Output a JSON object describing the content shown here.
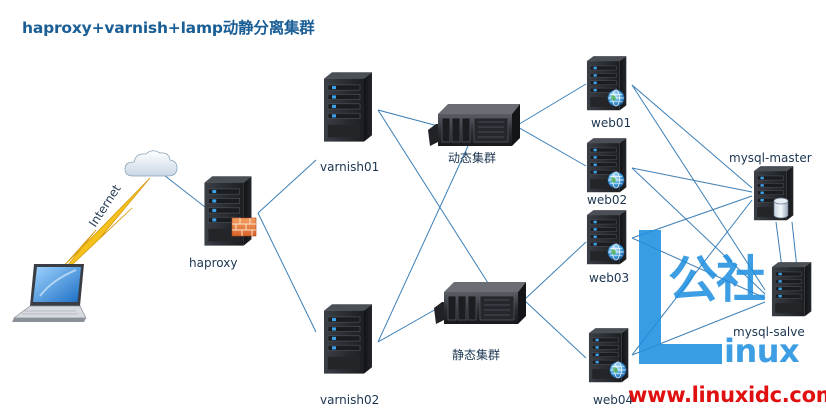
{
  "title": "haproxy+varnish+lamp动静分离集群",
  "nodes": {
    "internet": "Internet",
    "haproxy": "haproxy",
    "varnish01": "varnish01",
    "varnish02": "varnish02",
    "dynamic_cluster": "动态集群",
    "static_cluster": "静态集群",
    "web01": "web01",
    "web02": "web02",
    "web03": "web03",
    "web04": "web04",
    "mysql_master": "mysql-master",
    "mysql_slave": "mysql-salve"
  },
  "watermark": {
    "gongshe": "公社",
    "inux": "inux",
    "url": "www.linuxidc.com",
    "color": "#1e8fe0",
    "url_color": "#e01010"
  },
  "colors": {
    "title": "#1a5e96",
    "link": "#3d7fb6",
    "lightning": "#f5c21b",
    "server_body": "#2b2e33",
    "server_led": "#3aa0e8"
  },
  "icons": {
    "internet": "cloud-icon",
    "client": "laptop-icon",
    "haproxy": "server-with-firewall-icon",
    "varnish": "server-icon",
    "cluster": "server-rack-icon",
    "web": "server-with-globe-icon",
    "mysql": "server-with-database-icon"
  }
}
